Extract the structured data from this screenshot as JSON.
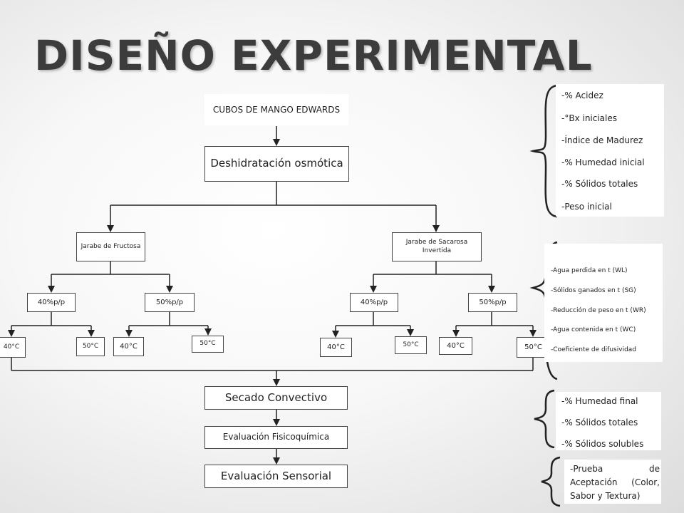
{
  "title": "DISEÑO EXPERIMENTAL",
  "flow": {
    "raw_material": "CUBOS DE MANGO EDWARDS",
    "osmotic": "Deshidratación osmótica",
    "syrup_fructose": "Jarabe de Fructosa",
    "syrup_sucrose": "Jarabe de Sacarosa Invertida",
    "conc_1": "40%p/p",
    "conc_2": "50%p/p",
    "conc_3": "40%p/p",
    "conc_4": "50%p/p",
    "temp_1": "40°C",
    "temp_2": "50°C",
    "temp_3": "40°C",
    "temp_4": "50°C",
    "temp_5": "40°C",
    "temp_6": "50°C",
    "temp_7": "40°C",
    "temp_8": "50°C",
    "convective": "Secado Convectivo",
    "physchem": "Evaluación Fisicoquímica",
    "sensory": "Evaluación Sensorial"
  },
  "panels": {
    "initial": [
      "-% Acidez",
      "-°Bx iniciales",
      "-Índice de Madurez",
      "-% Humedad inicial",
      "-% Sólidos totales",
      "-Peso inicial"
    ],
    "osmotic": [
      "-Agua perdida en t (WL)",
      "-Sólidos ganados en t (SG)",
      "-Reducción de peso en t (WR)",
      "-Agua contenida en t (WC)",
      "-Coeficiente de difusividad"
    ],
    "final": [
      "-% Humedad final",
      "-% Sólidos totales",
      "-% Sólidos solubles"
    ],
    "sensory_line1": "-Prueba de",
    "sensory_line2": "Aceptación (Color,",
    "sensory_line3": "Sabor y Textura)"
  }
}
